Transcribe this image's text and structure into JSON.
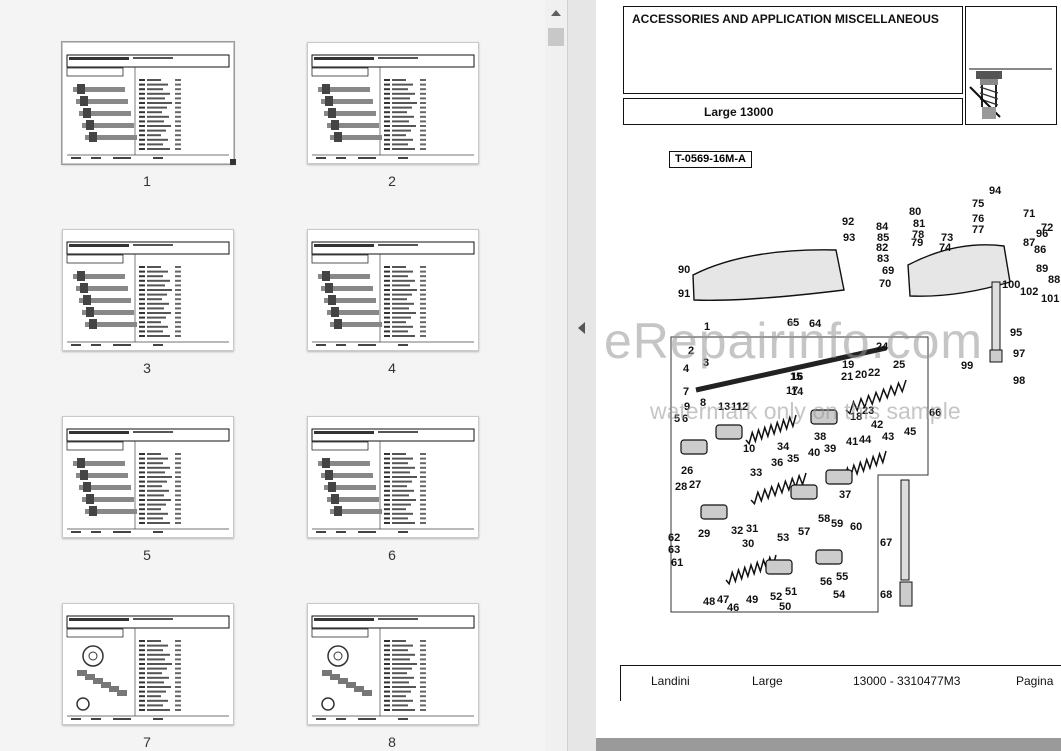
{
  "thumbnails": [
    {
      "page_label": "1",
      "selected": true
    },
    {
      "page_label": "2",
      "selected": false
    },
    {
      "page_label": "3",
      "selected": false
    },
    {
      "page_label": "4",
      "selected": false
    },
    {
      "page_label": "5",
      "selected": false
    },
    {
      "page_label": "6",
      "selected": false
    },
    {
      "page_label": "7",
      "selected": false
    },
    {
      "page_label": "8",
      "selected": false
    }
  ],
  "page": {
    "header_title": "ACCESSORIES AND APPLICATION MISCELLANEOUS",
    "model": "Large 13000",
    "figure_code": "T-0569-16M-A",
    "footer": {
      "brand": "Landini",
      "series": "Large",
      "code": "13000 - 3310477M3",
      "page_word": "Pagina"
    },
    "callouts": [
      "1",
      "2",
      "3",
      "4",
      "5",
      "6",
      "7",
      "8",
      "9",
      "10",
      "11",
      "12",
      "13",
      "14",
      "15",
      "16",
      "17",
      "18",
      "19",
      "20",
      "21",
      "22",
      "23",
      "24",
      "25",
      "26",
      "27",
      "28",
      "29",
      "30",
      "31",
      "32",
      "33",
      "34",
      "35",
      "36",
      "37",
      "38",
      "39",
      "40",
      "41",
      "42",
      "43",
      "44",
      "45",
      "46",
      "47",
      "48",
      "49",
      "50",
      "51",
      "52",
      "53",
      "54",
      "55",
      "56",
      "57",
      "58",
      "59",
      "60",
      "61",
      "62",
      "63",
      "64",
      "65",
      "66",
      "67",
      "68",
      "69",
      "70",
      "71",
      "72",
      "73",
      "74",
      "75",
      "76",
      "77",
      "78",
      "79",
      "80",
      "81",
      "82",
      "83",
      "84",
      "85",
      "86",
      "87",
      "88",
      "89",
      "90",
      "91",
      "92",
      "93",
      "94",
      "95",
      "96",
      "97",
      "98",
      "99",
      "100",
      "101",
      "102"
    ]
  },
  "watermark": {
    "line1": "eRepairinfo.com",
    "line2": "watermark only on this sample"
  },
  "icons": {
    "scroll_up": "arrow-up-icon",
    "collapse": "collapse-left-icon",
    "spring": "spring-icon"
  }
}
